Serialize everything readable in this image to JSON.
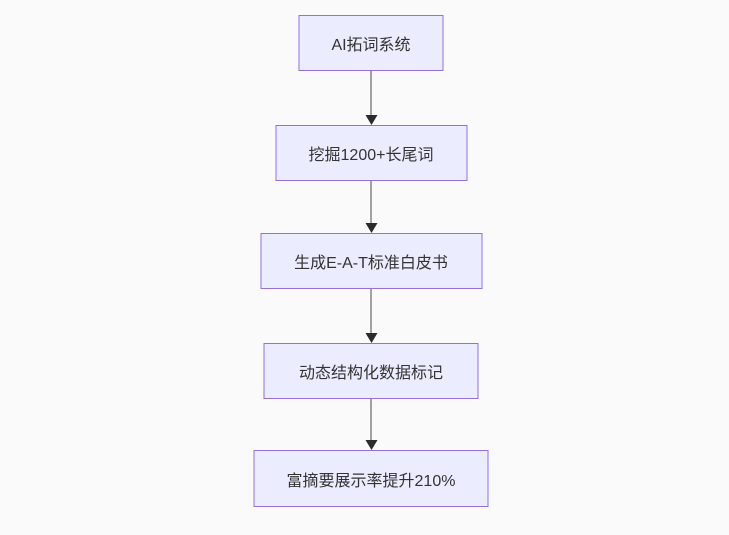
{
  "diagram": {
    "type": "flowchart",
    "direction": "top-down",
    "nodes": [
      {
        "id": "n1",
        "label": "AI拓词系统"
      },
      {
        "id": "n2",
        "label": "挖掘1200+长尾词"
      },
      {
        "id": "n3",
        "label": "生成E-A-T标准白皮书"
      },
      {
        "id": "n4",
        "label": "动态结构化数据标记"
      },
      {
        "id": "n5",
        "label": "富摘要展示率提升210%"
      }
    ],
    "edges": [
      {
        "from": "n1",
        "to": "n2"
      },
      {
        "from": "n2",
        "to": "n3"
      },
      {
        "from": "n3",
        "to": "n4"
      },
      {
        "from": "n4",
        "to": "n5"
      }
    ],
    "colors": {
      "node_fill": "#ECECFF",
      "node_border": "#9370DB",
      "text": "#333333",
      "arrow": "#333333",
      "background": "#fafafa"
    }
  }
}
